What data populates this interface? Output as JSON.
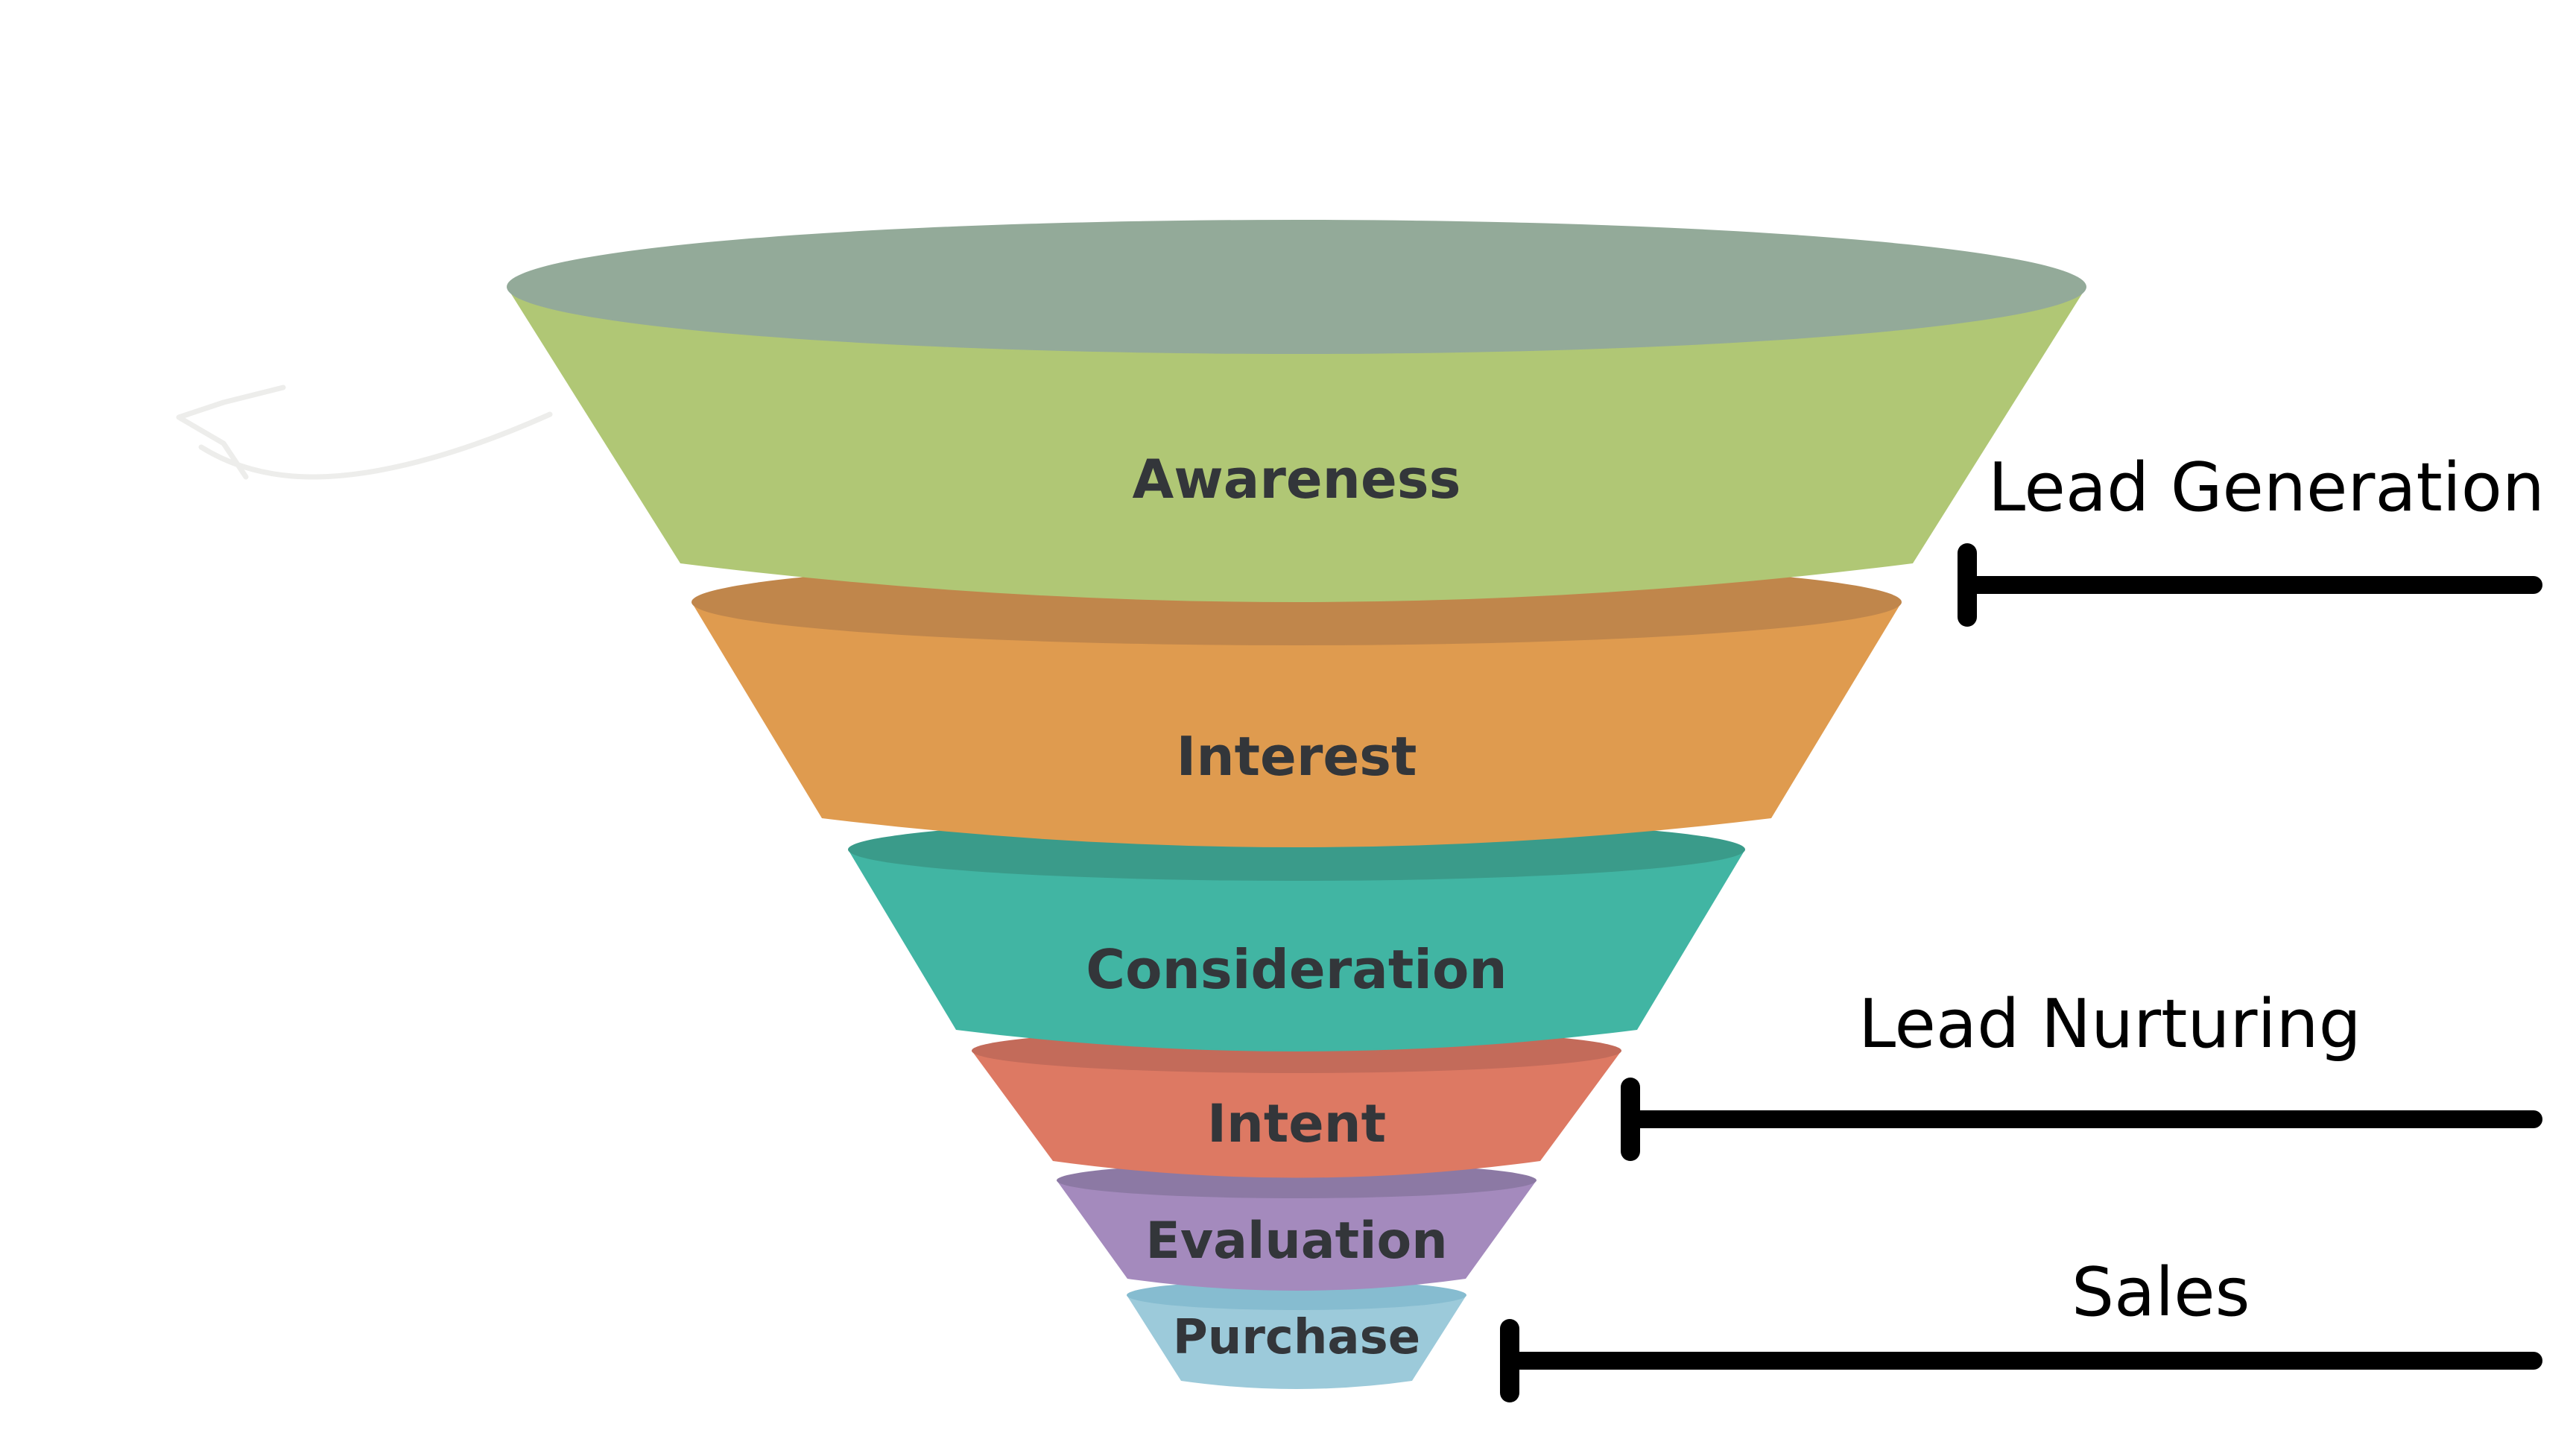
{
  "funnel": {
    "stages": [
      {
        "label": "Awareness",
        "color": "#b0c775",
        "top_color": "#93aa99"
      },
      {
        "label": "Interest",
        "color": "#df9b4f",
        "top_color": "#c0864b"
      },
      {
        "label": "Consideration",
        "color": "#41b5a3",
        "top_color": "#3a9b8a"
      },
      {
        "label": "Intent",
        "color": "#dd7963",
        "top_color": "#c36b5a"
      },
      {
        "label": "Evaluation",
        "color": "#a48abd",
        "top_color": "#8c79a4"
      },
      {
        "label": "Purchase",
        "color": "#9ccada",
        "top_color": "#86bcd0"
      }
    ]
  },
  "annotations": {
    "lead_generation": "Lead Generation",
    "lead_nurturing": "Lead Nurturing",
    "sales": "Sales",
    "marker_color": "#000000"
  }
}
